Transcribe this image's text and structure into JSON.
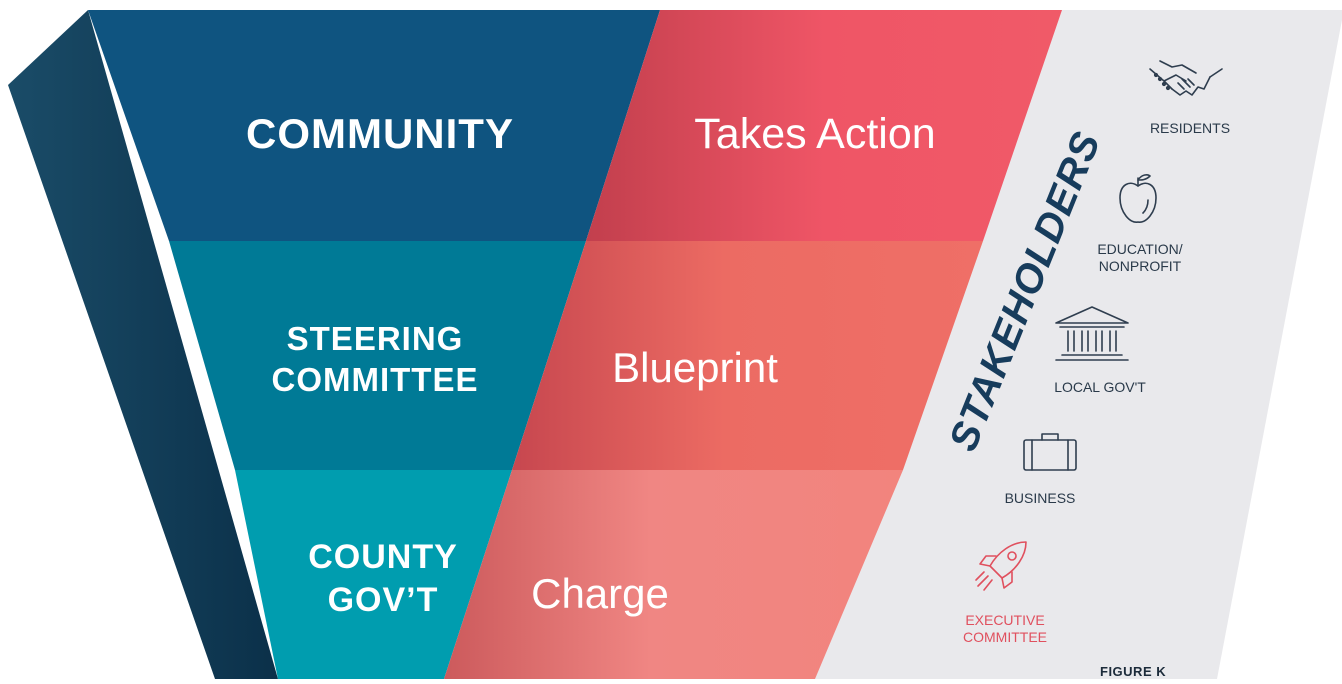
{
  "tiers": [
    {
      "name_lines": [
        "COMMUNITY"
      ],
      "role": "Takes Action",
      "color": "#0f5480"
    },
    {
      "name_lines": [
        "STEERING",
        "COMMITTEE"
      ],
      "role": "Blueprint",
      "color": "#007a96"
    },
    {
      "name_lines": [
        "COUNTY",
        "GOV’T"
      ],
      "role": "Charge",
      "color": "#009daf"
    }
  ],
  "stakeholders": {
    "title": "STAKEHOLDERS",
    "items": [
      {
        "label_lines": [
          "RESIDENTS"
        ],
        "icon": "handshake-icon"
      },
      {
        "label_lines": [
          "EDUCATION/",
          "NONPROFIT"
        ],
        "icon": "apple-icon"
      },
      {
        "label_lines": [
          "LOCAL GOV'T"
        ],
        "icon": "government-building-icon"
      },
      {
        "label_lines": [
          "BUSINESS"
        ],
        "icon": "briefcase-icon"
      },
      {
        "label_lines": [
          "EXECUTIVE",
          "COMMITTEE"
        ],
        "icon": "rocket-icon",
        "accent": true
      }
    ]
  },
  "caption": "FIGURE K",
  "colors": {
    "dark_side": "#123f5a",
    "coral": "#ef6a6a",
    "coral_dark": "#c9454f",
    "stakeholder_band": "#e9e9ec",
    "stakeholder_text": "#2a3a4a",
    "accent": "#e0505e"
  }
}
